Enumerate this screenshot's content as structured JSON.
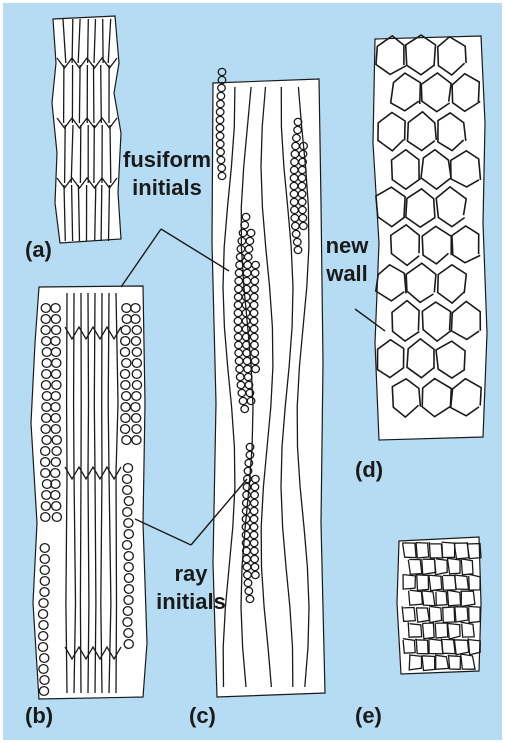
{
  "colors": {
    "background": "#b5dcf3",
    "cell_fill": "#ffffff",
    "cell_line": "#1a1a1a"
  },
  "panels": {
    "a": {
      "label": "(a)"
    },
    "b": {
      "label": "(b)"
    },
    "c": {
      "label": "(c)"
    },
    "d": {
      "label": "(d)"
    },
    "e": {
      "label": "(e)"
    }
  },
  "annotations": {
    "fusiform_line1": "fusiform",
    "fusiform_line2": "initials",
    "ray_line1": "ray",
    "ray_line2": "initials",
    "new_wall_line1": "new",
    "new_wall_line2": "wall"
  }
}
